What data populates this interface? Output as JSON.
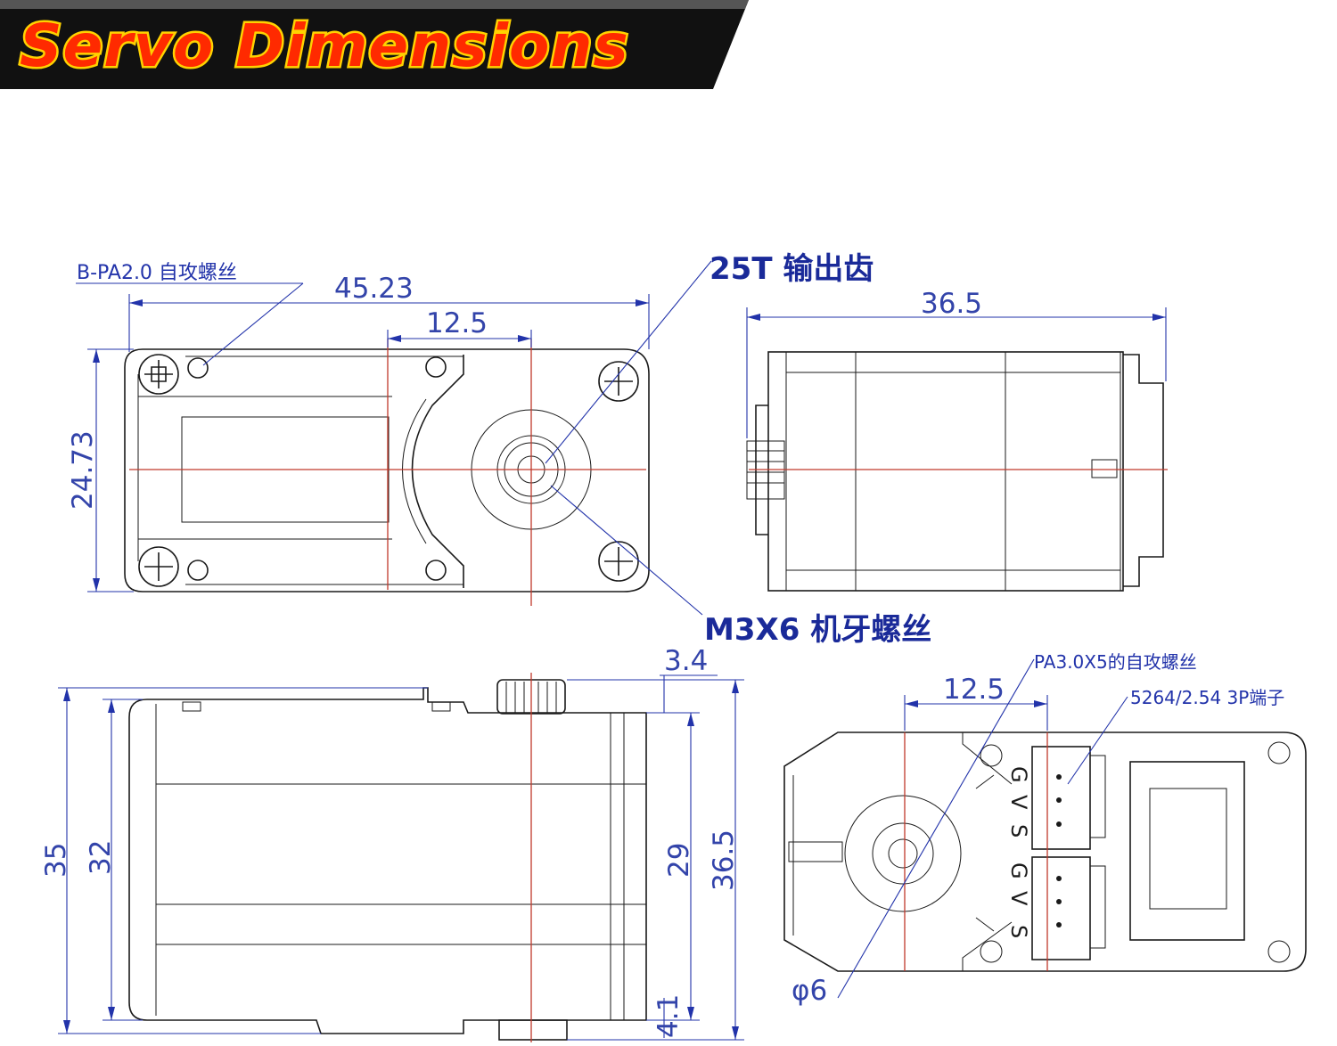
{
  "banner": {
    "title": "Servo Dimensions",
    "colors": {
      "text": "#ff2a00",
      "outline": "#ffd200",
      "band": "#111111"
    }
  },
  "colors": {
    "outline": "#1a1a1a",
    "centerline": "#c0392b",
    "dimension": "#2233aa"
  },
  "top_view": {
    "dims": {
      "overall_length": "45.23",
      "shaft_offset": "12.5",
      "height": "24.73"
    },
    "labels": {
      "screw_mount": "B-PA2.0 自攻螺丝",
      "output_gear": "25T 输出齿",
      "horn_screw": "M3X6 机牙螺丝"
    }
  },
  "end_view": {
    "dims": {
      "width": "36.5"
    }
  },
  "side_view": {
    "dims": {
      "height_total": "35",
      "height_body": "32",
      "height_case": "29",
      "height_with_shaft": "36.5",
      "shaft_top": "3.4",
      "bottom_tab": "4.1"
    }
  },
  "bottom_view": {
    "dims": {
      "shaft_offset": "12.5",
      "shaft_diameter": "φ6"
    },
    "labels": {
      "screw": "PA3.0X5的自攻螺丝",
      "connector": "5264/2.54  3P端子"
    },
    "pins_upper": [
      "G",
      "V",
      "S"
    ],
    "pins_lower": [
      "G",
      "V",
      "S"
    ]
  }
}
